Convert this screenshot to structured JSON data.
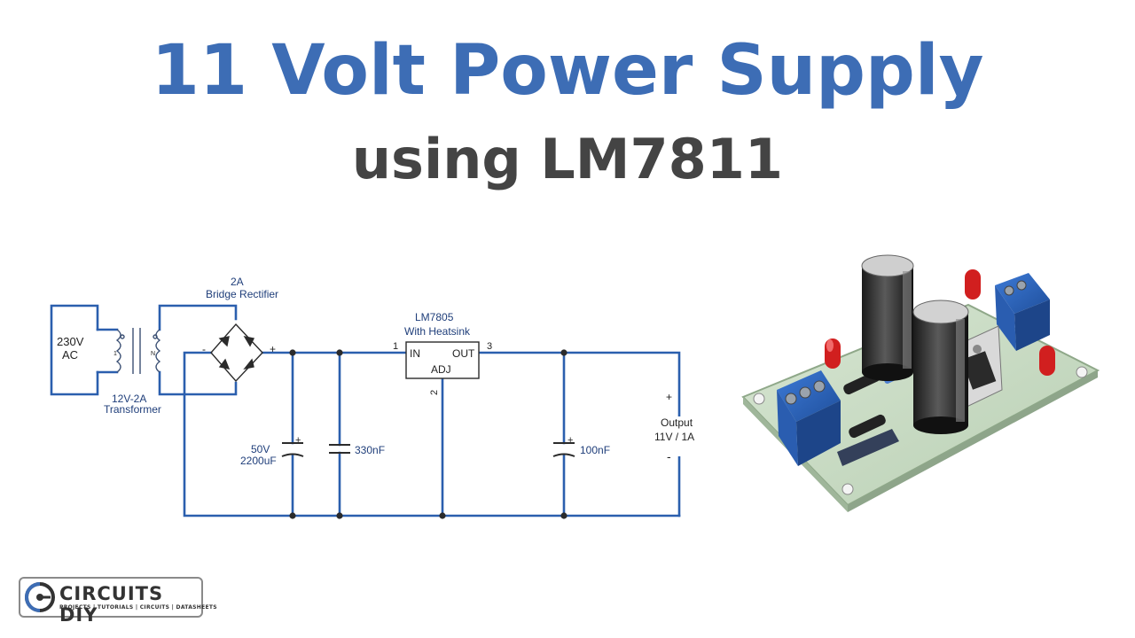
{
  "header": {
    "title": "11 Volt Power Supply",
    "subtitle": "using LM7811"
  },
  "schematic": {
    "ac_source": {
      "voltage": "230V",
      "type": "AC"
    },
    "transformer": {
      "rating": "12V-2A",
      "name": "Transformer",
      "primary_pin": "1",
      "secondary_pin": "N"
    },
    "rectifier": {
      "rating": "2A",
      "name": "Bridge Rectifier",
      "minus": "-",
      "plus": "+"
    },
    "capacitor_1": {
      "voltage": "50V",
      "value": "2200uF",
      "polarity": "+"
    },
    "capacitor_2": {
      "value": "330nF"
    },
    "regulator": {
      "name": "LM7805",
      "note": "With Heatsink",
      "in_label": "IN",
      "out_label": "OUT",
      "adj_label": "ADJ",
      "pin_in": "1",
      "pin_out": "3",
      "pin_adj": "2"
    },
    "capacitor_3": {
      "value": "100nF",
      "polarity": "+"
    },
    "output": {
      "label": "Output",
      "rating": "11V / 1A",
      "plus": "+",
      "minus": "-"
    },
    "wire_color": "#2b5fae",
    "label_color": "#1f3e7a"
  },
  "logo": {
    "name": "CIRCUITS DIY",
    "tagline": "PROJECTS | TUTORIALS | CIRCUITS | DATASHEETS"
  }
}
